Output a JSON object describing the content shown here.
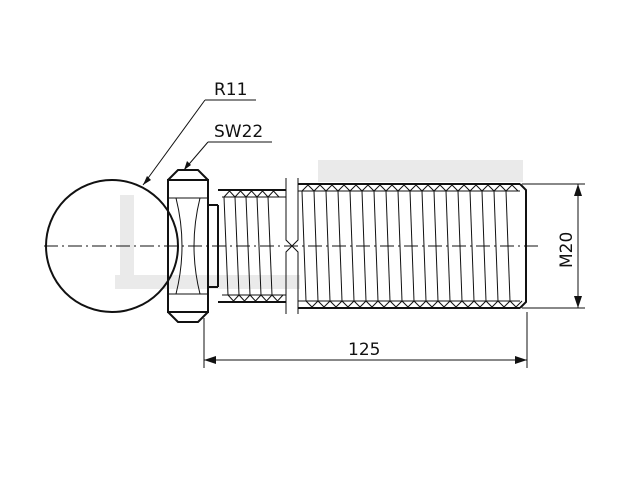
{
  "drawing": {
    "labels": {
      "radius": "R11",
      "hex_size": "SW22",
      "length": "125",
      "thread": "M20"
    },
    "colors": {
      "line": "#111111",
      "watermark": "#d9d9d9",
      "background": "#ffffff"
    }
  }
}
